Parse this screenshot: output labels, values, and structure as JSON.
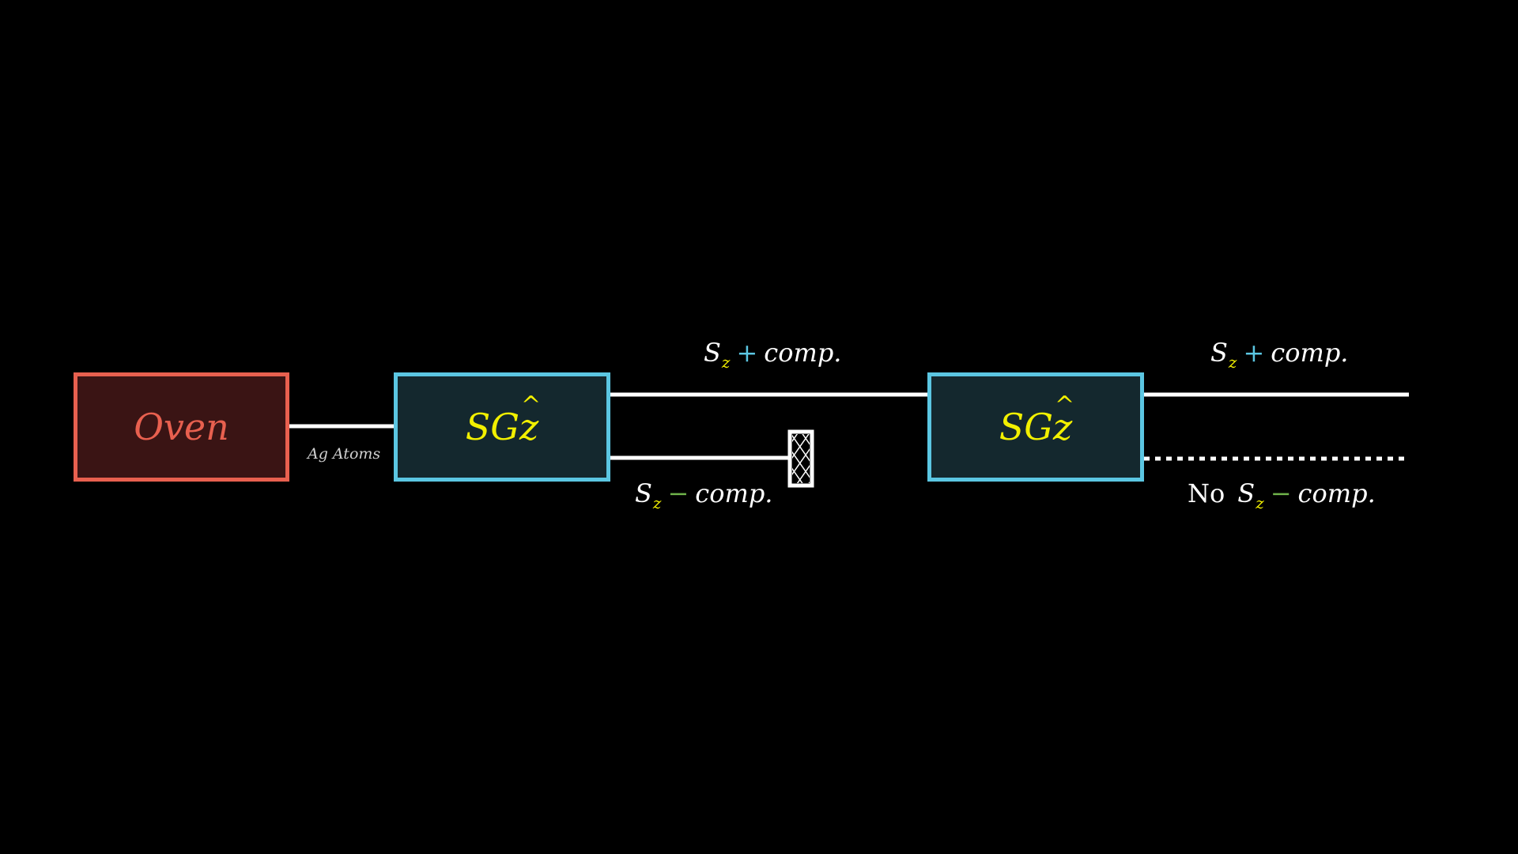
{
  "colors": {
    "background": "#000000",
    "oven_border": "#e8604f",
    "oven_fill": "#3a1414",
    "sg_border": "#5bc6e2",
    "sg_fill": "#14282e",
    "sg_text": "#f2f000",
    "beam": "#ffffff",
    "plus_sign": "#5bc6e2",
    "minus_sign": "#6fb24a"
  },
  "oven": {
    "label": "Oven"
  },
  "beam_label": "Ag Atoms",
  "sg1": {
    "prefix": "SG",
    "axis": "z"
  },
  "sg2": {
    "prefix": "SG",
    "axis": "z"
  },
  "labels": {
    "s": "S",
    "sub": "z",
    "plus": "+",
    "minus": "−",
    "comp": "comp.",
    "no": "No"
  },
  "blocker_icon": "hatched-beam-stop"
}
